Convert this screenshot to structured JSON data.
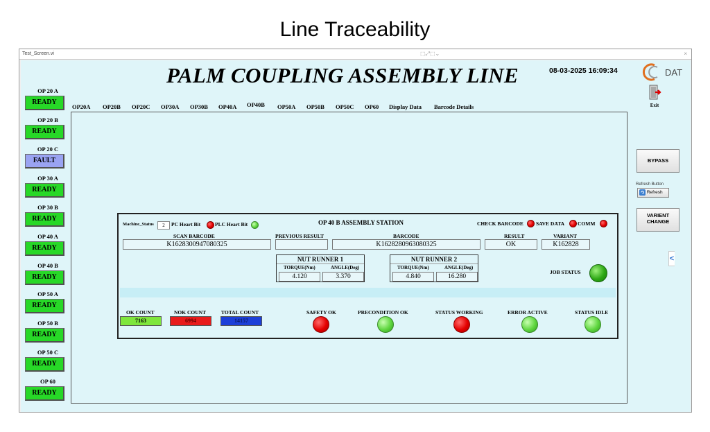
{
  "page_title": "Line Traceability",
  "window": {
    "title": "Test_Screen.vi",
    "controls_text": "⬚⤢⬚⌄",
    "close_text": "×"
  },
  "header": {
    "app_title": "PALM COUPLING ASSEMBLY LINE",
    "datetime": "08-03-2025 16:09:34",
    "logo_text": "DAT",
    "exit_label": "Exit"
  },
  "stations": [
    {
      "label": "OP 20 A",
      "status": "READY",
      "state": "ready"
    },
    {
      "label": "OP 20 B",
      "status": "READY",
      "state": "ready"
    },
    {
      "label": "OP 20 C",
      "status": "FAULT",
      "state": "fault"
    },
    {
      "label": "OP 30 A",
      "status": "READY",
      "state": "ready"
    },
    {
      "label": "OP 30 B",
      "status": "READY",
      "state": "ready"
    },
    {
      "label": "OP 40 A",
      "status": "READY",
      "state": "ready"
    },
    {
      "label": "OP 40 B",
      "status": "READY",
      "state": "ready"
    },
    {
      "label": "OP 50 A",
      "status": "READY",
      "state": "ready"
    },
    {
      "label": "OP 50 B",
      "status": "READY",
      "state": "ready"
    },
    {
      "label": "OP 50 C",
      "status": "READY",
      "state": "ready"
    },
    {
      "label": "OP 60",
      "status": "READY",
      "state": "ready"
    }
  ],
  "tabs": [
    "OP20A",
    "OP20B",
    "OP20C",
    "OP30A",
    "OP30B",
    "OP40A",
    "OP40B",
    "OP50A",
    "OP50B",
    "OP50C",
    "OP60",
    "Display Data",
    "Barcode Details"
  ],
  "active_tab": "OP40B",
  "station_panel": {
    "machine_status_label": "Machine_Status",
    "machine_status_value": "2",
    "pc_heart_bit_label": "PC Heart Bit",
    "plc_heart_bit_label": "PLC Heart Bit",
    "title": "OP 40 B ASSEMBLY STATION",
    "check_barcode_label": "CHECK BARCODE",
    "save_data_label": "SAVE DATA",
    "comm_label": "COMM",
    "scan_barcode_label": "SCAN BARCODE",
    "scan_barcode_value": "K1628300947080325",
    "previous_result_label": "PREVIOUS RESULT",
    "previous_result_value": "",
    "barcode_label": "BARCODE",
    "barcode_value": "K1628280963080325",
    "result_label": "RESULT",
    "result_value": "OK",
    "variant_label": "VARIANT",
    "variant_value": "K162828",
    "nut_runner_1": {
      "title": "NUT RUNNER 1",
      "torque_label": "TORQUE(Nm)",
      "angle_label": "ANGLE(Deg)",
      "torque": "4.120",
      "angle": "3.370"
    },
    "nut_runner_2": {
      "title": "NUT RUNNER 2",
      "torque_label": "TORQUE(Nm)",
      "angle_label": "ANGLE(Deg)",
      "torque": "4.840",
      "angle": "16.280"
    },
    "job_status_label": "JOB STATUS",
    "ok_count_label": "OK COUNT",
    "ok_count": "7163",
    "nok_count_label": "NOK COUNT",
    "nok_count": "6994",
    "total_count_label": "TOTAL COUNT",
    "total_count": "14157",
    "safety_ok_label": "SAFETY OK",
    "precondition_ok_label": "PRECONDITION OK",
    "status_working_label": "STATUS WORKING",
    "error_active_label": "ERROR ACTIVE",
    "status_idle_label": "STATUS IDLE"
  },
  "side_buttons": {
    "bypass": "BYPASS",
    "refresh_button_label": "Refresh Button",
    "refresh": "Refresh",
    "variant_change_line1": "VARIENT",
    "variant_change_line2": "CHANGE"
  },
  "colors": {
    "ready": "#27d827",
    "fault": "#9aa3f2",
    "panel_bg": "#dff5f9",
    "ok_count": "#7fe63c",
    "nok_count": "#e81b1b",
    "total_count": "#1c3fd8"
  },
  "icons": [
    "exit-door-icon",
    "refresh-icon",
    "collapse-arrow-icon",
    "indicator-led-icon"
  ]
}
